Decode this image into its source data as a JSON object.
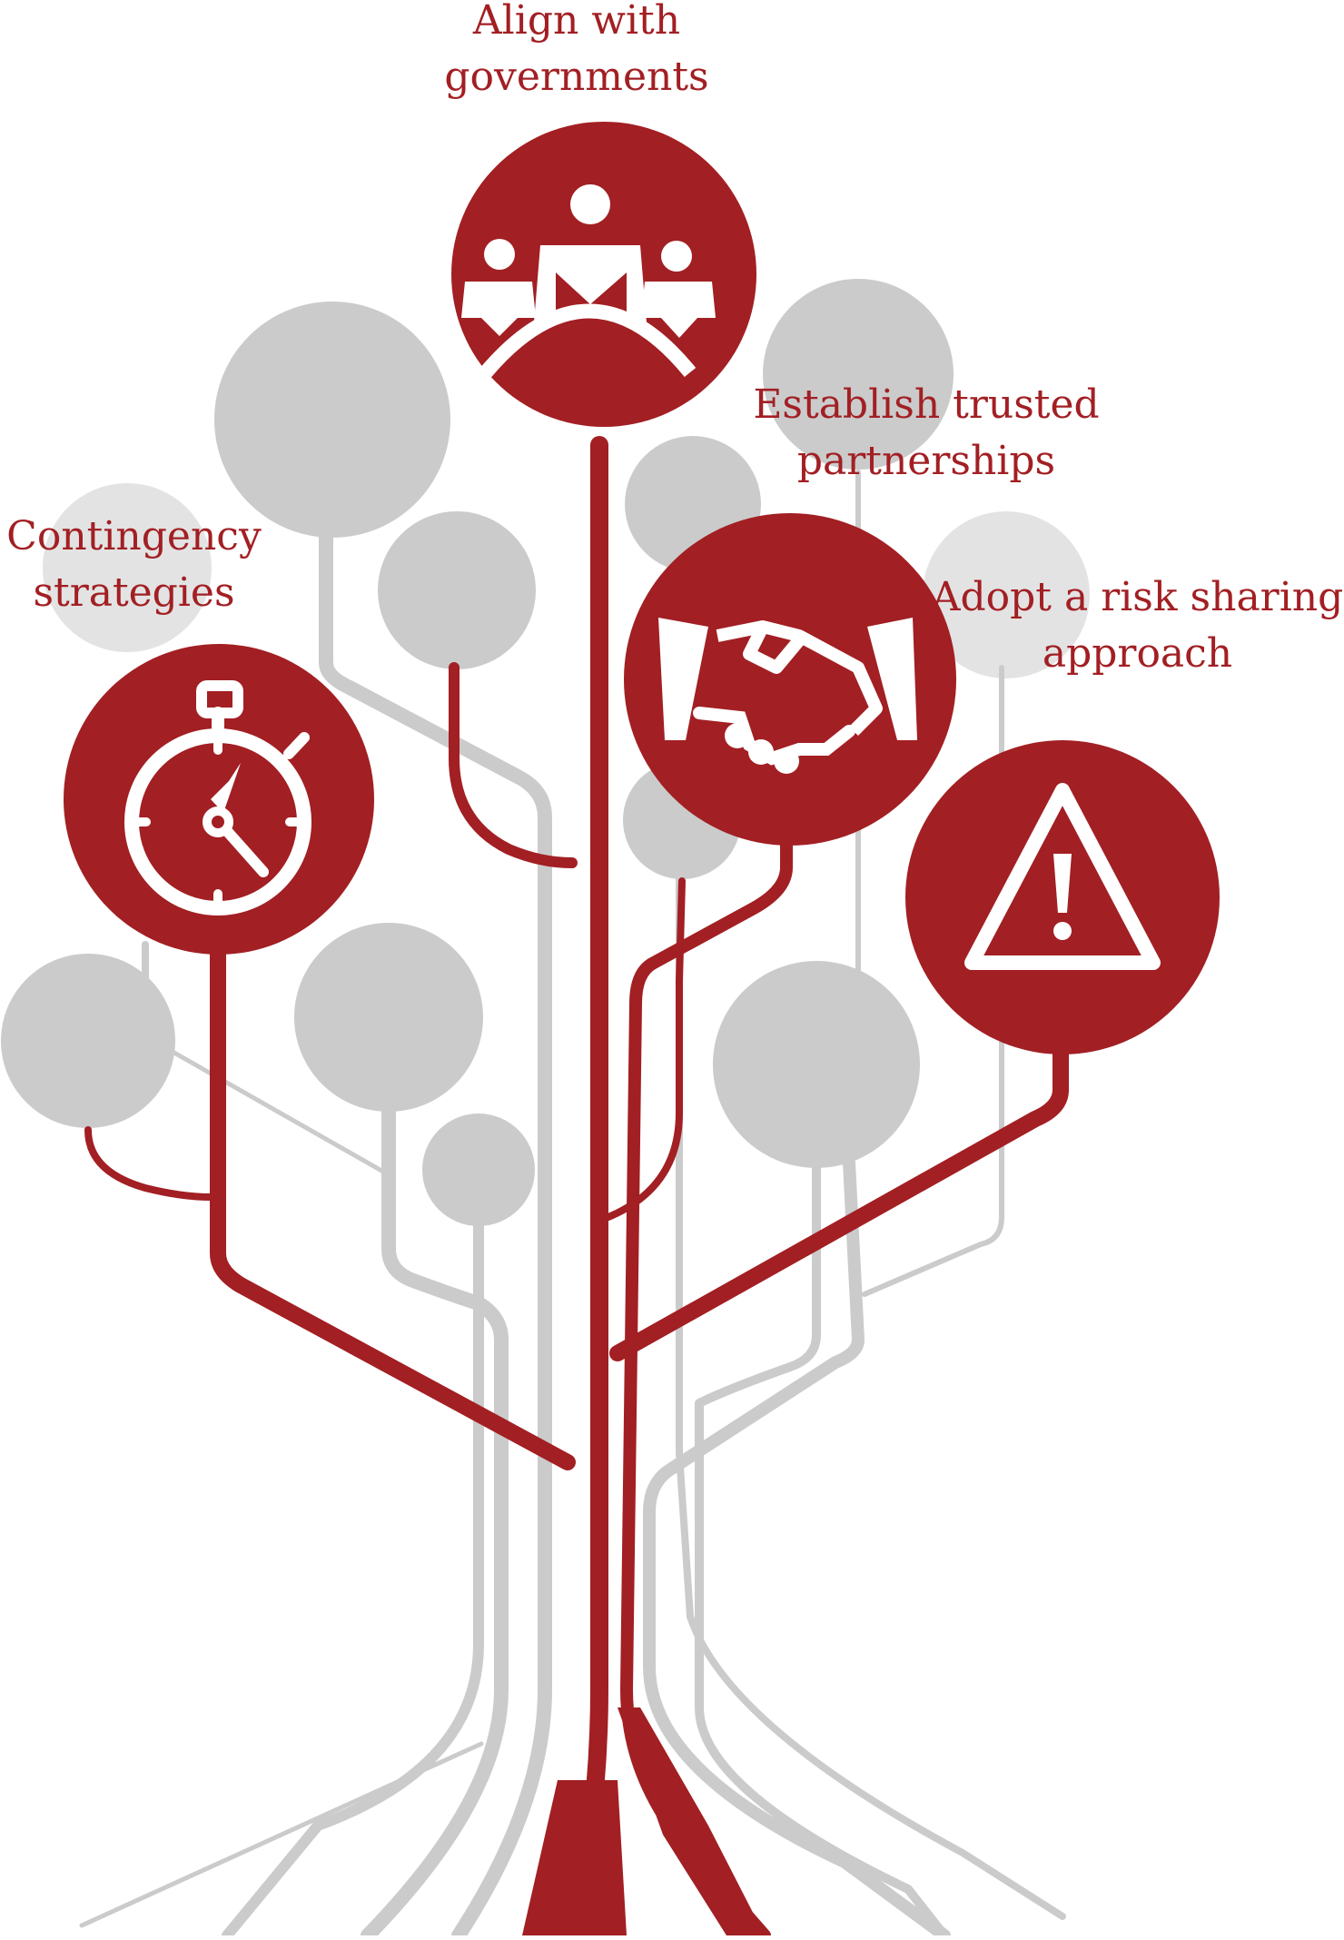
{
  "colors": {
    "accent": "#A21F23",
    "bubble": "#CBCBCB",
    "bubble_light": "#E3E3E3",
    "icon": "#FFFFFF",
    "background": "#FFFFFF"
  },
  "nodes": [
    {
      "id": "align",
      "lines": [
        "Align with",
        "governments"
      ],
      "icon": "people-group-icon"
    },
    {
      "id": "partnerships",
      "lines": [
        "Establish trusted",
        "partnerships"
      ],
      "icon": "handshake-icon"
    },
    {
      "id": "contingency",
      "lines": [
        "Contingency",
        "strategies"
      ],
      "icon": "stopwatch-icon"
    },
    {
      "id": "risk",
      "lines": [
        "Adopt a risk sharing",
        "approach"
      ],
      "icon": "warning-triangle-icon"
    }
  ]
}
